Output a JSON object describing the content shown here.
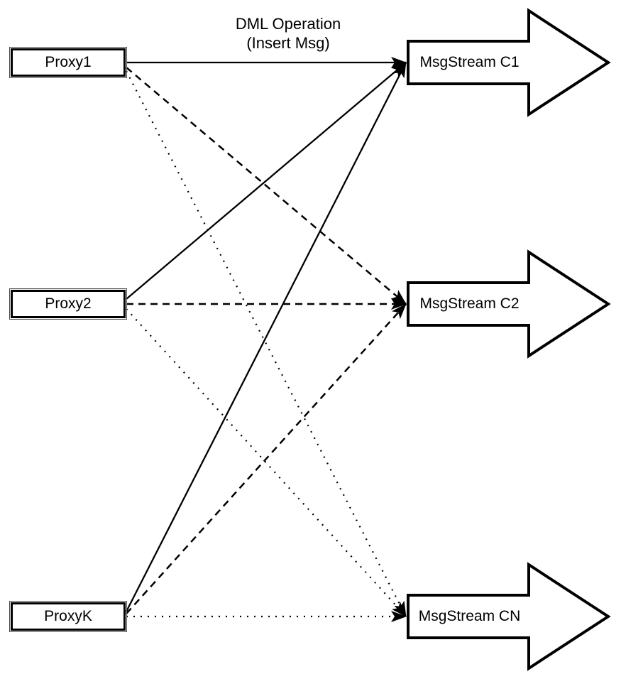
{
  "diagram": {
    "edge_caption": {
      "line1": "DML Operation",
      "line2": "(Insert Msg)"
    },
    "proxies": [
      {
        "id": "proxy1",
        "label": "Proxy1"
      },
      {
        "id": "proxy2",
        "label": "Proxy2"
      },
      {
        "id": "proxyK",
        "label": "ProxyK"
      }
    ],
    "streams": [
      {
        "id": "c1",
        "label": "MsgStream C1"
      },
      {
        "id": "c2",
        "label": "MsgStream C2"
      },
      {
        "id": "cn",
        "label": "MsgStream CN"
      }
    ],
    "edges": [
      {
        "from": "proxy1",
        "to": "c1",
        "style": "solid",
        "caption": "DML Operation (Insert Msg)"
      },
      {
        "from": "proxy1",
        "to": "c2",
        "style": "dashed"
      },
      {
        "from": "proxy1",
        "to": "cn",
        "style": "dotted"
      },
      {
        "from": "proxy2",
        "to": "c1",
        "style": "solid"
      },
      {
        "from": "proxy2",
        "to": "c2",
        "style": "dashed"
      },
      {
        "from": "proxy2",
        "to": "cn",
        "style": "dotted"
      },
      {
        "from": "proxyK",
        "to": "c1",
        "style": "solid"
      },
      {
        "from": "proxyK",
        "to": "c2",
        "style": "dashed"
      },
      {
        "from": "proxyK",
        "to": "cn",
        "style": "dotted"
      }
    ],
    "colors": {
      "line": "#000000",
      "shape_fill": "#ffffff",
      "background": "#ffffff"
    }
  }
}
